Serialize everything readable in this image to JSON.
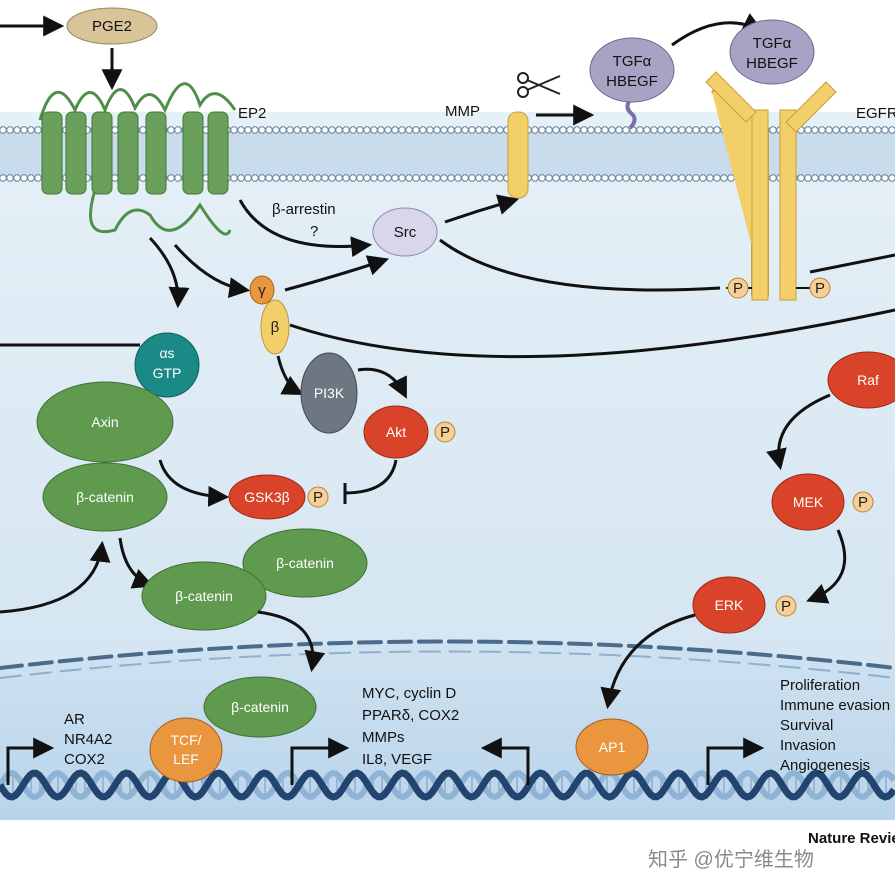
{
  "colors": {
    "cytoplasm": "#dbeaf4",
    "nucleus": "#c9dff0",
    "membrane_head": "#9bb4c8",
    "green_node": "#5f9a4e",
    "red_node": "#d9432a",
    "orange_node": "#e9963f",
    "yellow_receptor": "#f3cf6a",
    "purple_ligand": "#a9a2c4",
    "teal": "#1a8a86",
    "dna_dark": "#21456e",
    "dna_light": "#8fb3d4"
  },
  "labels": {
    "pge2": "PGE2",
    "ep2": "EP2",
    "mmp": "MMP",
    "egfr": "EGFR",
    "tgfa_hbegf_line1": "TGFα",
    "tgfa_hbegf_line2": "HBEGF",
    "beta_arrestin": "β-arrestin",
    "question": "?",
    "src": "Src",
    "gamma": "γ",
    "beta": "β",
    "alpha_s": "αs",
    "gtp": "GTP",
    "axin": "Axin",
    "beta_catenin": "β-catenin",
    "pi3k": "PI3K",
    "akt": "Akt",
    "gsk3b": "GSK3β",
    "p": "P",
    "raf": "Raf",
    "mek": "MEK",
    "erk": "ERK",
    "ap1": "AP1",
    "tcf_line1": "TCF/",
    "tcf_line2": "LEF"
  },
  "gene_lists": {
    "left": [
      "AR",
      "NR4A2",
      "COX2"
    ],
    "middle": [
      "MYC, cyclin D",
      "PPARδ, COX2",
      "MMPs",
      "IL8, VEGF"
    ],
    "right": [
      "Proliferation",
      "Immune evasion",
      "Survival",
      "Invasion",
      "Angiogenesis"
    ]
  },
  "credit": "Nature Reviews | Cancer",
  "watermark": "知乎 @优宁维生物"
}
